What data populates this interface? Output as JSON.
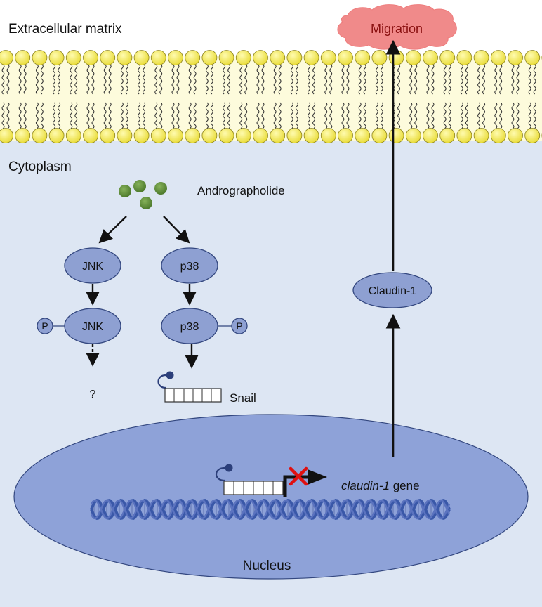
{
  "labels": {
    "extracellular": "Extracellular matrix",
    "cytoplasm": "Cytoplasm",
    "migration": "Migration",
    "andrographolide": "Andrographolide",
    "jnk": "JNK",
    "p38": "p38",
    "jnk_phos": "JNK",
    "p38_phos": "p38",
    "phospho_left": "P",
    "phospho_right": "P",
    "question": "?",
    "snail": "Snail",
    "claudin_protein": "Claudin-1",
    "gene_name": "claudin-1",
    "gene_word": " gene",
    "nucleus": "Nucleus"
  },
  "colors": {
    "cytoplasm_bg": "#dde6f3",
    "membrane_bg": "#fdfbdc",
    "lipid_head": "#f4ec5c",
    "protein_fill": "#8ea0d2",
    "protein_stroke": "#33477f",
    "nucleus_fill": "#8ea2d8",
    "migration_cloud": "#f08a8a",
    "migration_text": "#8a1010",
    "drug_dots": "#5f8c3b",
    "dna_strand": "#3a58a8",
    "inhibit_x": "#e01010"
  }
}
